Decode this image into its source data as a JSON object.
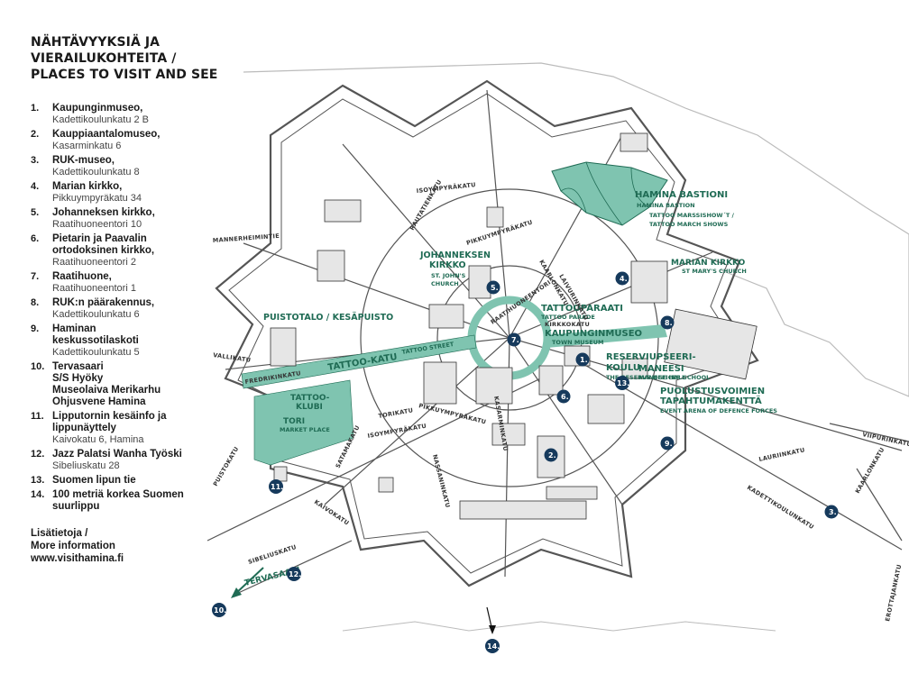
{
  "legend": {
    "title_lines": [
      "NÄHTÄVYYKSIÄ JA",
      "VIERAILUKOHTEITA /",
      "PLACES TO VISIT AND SEE"
    ],
    "items": [
      {
        "num": "1.",
        "name": "Kaupunginmuseo,",
        "address": "Kadettikoulunkatu 2 B"
      },
      {
        "num": "2.",
        "name": "Kauppiaantalomuseo,",
        "address": "Kasarminkatu 6"
      },
      {
        "num": "3.",
        "name": "RUK-museo,",
        "address": "Kadettikoulunkatu 8"
      },
      {
        "num": "4.",
        "name": "Marian kirkko,",
        "address": "Pikkuympyräkatu 34"
      },
      {
        "num": "5.",
        "name": "Johanneksen kirkko,",
        "address": "Raatihuoneentori 10"
      },
      {
        "num": "6.",
        "name": "Pietarin ja Paavalin\nortodoksinen kirkko,",
        "address": "Raatihuoneentori 2"
      },
      {
        "num": "7.",
        "name": "Raatihuone,",
        "address": "Raatihuoneentori 1"
      },
      {
        "num": "8.",
        "name": "RUK:n päärakennus,",
        "address": "Kadettikoulunkatu 6"
      },
      {
        "num": "9.",
        "name": "Haminan\nkeskussotilaskoti",
        "address": "Kadettikoulunkatu 5"
      },
      {
        "num": "10.",
        "name": "Tervasaari\nS/S Hyöky\nMuseolaiva Merikarhu\nOhjusvene Hamina",
        "address": ""
      },
      {
        "num": "11.",
        "name": "Lipputornin kesäinfo ja\nlippunäyttely",
        "address": "Kaivokatu 6, Hamina"
      },
      {
        "num": "12.",
        "name": "Jazz Palatsi Wanha Työski",
        "address": "Sibeliuskatu 28"
      },
      {
        "num": "13.",
        "name": "Suomen lipun tie",
        "address": ""
      },
      {
        "num": "14.",
        "name": "100 metriä korkea Suomen\nsuurlippu",
        "address": ""
      }
    ],
    "more_info": [
      "Lisätietoja /",
      "More information",
      "www.visithamina.fi"
    ]
  },
  "map": {
    "colors": {
      "accent": "#7fc4b0",
      "accent_dark": "#1f6b54",
      "badge": "#163a5c",
      "road": "#555555",
      "water_edge": "#bbbbbb"
    },
    "places": {
      "hamina_bastioni": "HAMINA BASTIONI",
      "hamina_bastion": "HAMINA BASTION",
      "tattoo_march_1": "TATTOO MARSSISHOW´T /",
      "tattoo_march_2": "TATTOO MARCH SHOWS",
      "johanneksen_1": "JOHANNEKSEN",
      "johanneksen_2": "KIRKKO",
      "st_johns": "ST. JOHN'S",
      "church": "CHURCH",
      "marian_kirkko": "MARIAN KIRKKO",
      "st_marys": "ST MARY'S CHURCH",
      "puistotalo": "PUISTOTALO / KESÄPUISTO",
      "tattooparaati": "TATTOOPARAATI",
      "tattoo_parade": "TATTOO PARADE",
      "kaupunginmuseo": "KAUPUNGINMUSEO",
      "town_museum": "TOWN MUSEUM",
      "maneesi": "MANEESI",
      "manege_hall": "MANEGE HALL",
      "reserviupseeri_1": "RESERVIUPSEERI-",
      "reserviupseeri_2": "KOULU",
      "reserve_school": "THE RESERVE OFFICER SCHOOL",
      "puolustus_1": "PUOLUSTUSVOIMIEN",
      "puolustus_2": "TAPAHTUMAKENTTÄ",
      "event_arena": "EVENT ARENA OF DEFENCE FORCES",
      "tattoo_katu": "TATTOO-KATU",
      "tattoo_street": "TATTOO STREET",
      "tattoo_klubi_1": "TATTOO-",
      "tattoo_klubi_2": "KLUBI",
      "tori": "TORI",
      "market_place": "MARKET PLACE",
      "tervasaari": "TERVASAARI"
    },
    "streets": {
      "mannerheimintie": "MANNERHEIMINTIE",
      "isoympyrakatu_top": "ISOYMPYRÄKATU",
      "rautatienkatu": "RAUTATIENKATU",
      "pikkuympyrakatu_top": "PIKKUYMPYRÄKATU",
      "kaarlonkatu": "KAARLONKATU",
      "raatihuoneentori": "RAATIHUONEENTORI",
      "kirkkokatu": "KIRKKOKATU",
      "vallikatu": "VALLIKATU",
      "fredrikinkatu": "FREDRIKINKATU",
      "pikkuympyrakatu_low": "PIKKUYMPYRÄKATU",
      "isoympyrakatu_low": "ISOYMPYRÄKATU",
      "kasarminkatu": "KASARMINKATU",
      "kadettikoulunkatu": "KADETTIKOULUNKATU",
      "lauriinkatu": "LAURIINKATU",
      "karlonkatu": "KAARLONKATU",
      "viipurinkatu": "VIIPURINKATU",
      "puistokatu": "PUISTOKATU",
      "kaivokatu": "KAIVOKATU",
      "satamakatu": "SATAMAKATU",
      "sibeliuskatu": "SIBELIUSKATU",
      "erottajankatu": "EROTTAJANKATU",
      "torikatu": "TORIKATU",
      "laivurinkatu": "LAIVURINKATU",
      "nassaninkatu": "NASSANINKATU"
    },
    "markers": [
      "1.",
      "2.",
      "3.",
      "4.",
      "5.",
      "6.",
      "7.",
      "8.",
      "9.",
      "10.",
      "11.",
      "12.",
      "13.",
      "14."
    ]
  }
}
